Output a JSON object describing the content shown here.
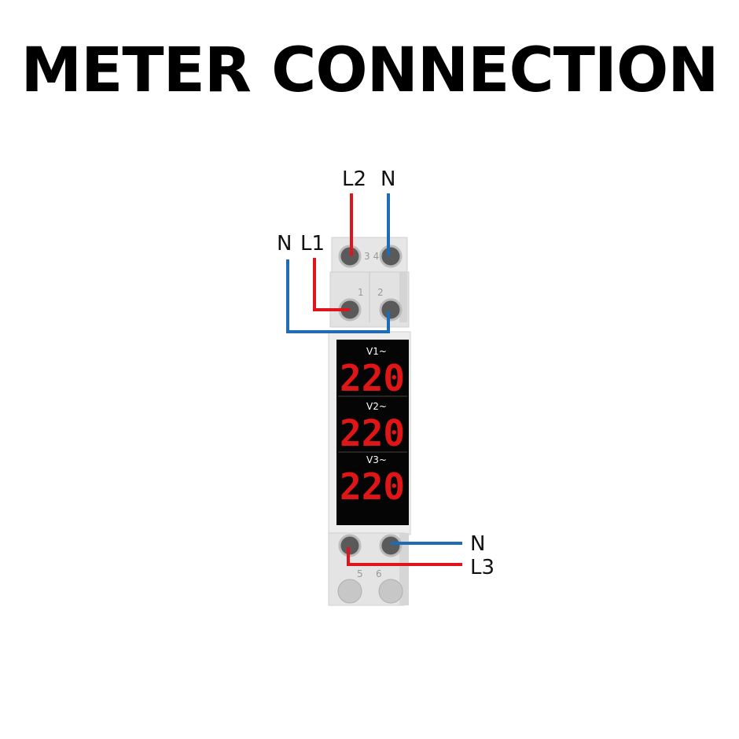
{
  "title": "METER CONNECTION",
  "colors": {
    "live_wire": "#e0141c",
    "neutral_wire": "#1f6cb5",
    "housing": "#e9e9e9",
    "display_bg": "#050505",
    "digit": "#e01616"
  },
  "top_wires": {
    "upper_left_label": "L2",
    "upper_right_label": "N",
    "lower_left_label": "N",
    "lower_right_label": "L1"
  },
  "terminals": {
    "top_upper": "3 4",
    "top_lower_left": "1",
    "top_lower_right": "2",
    "bottom_left": "5",
    "bottom_right": "6"
  },
  "display": {
    "channels": [
      {
        "label": "V1~",
        "reading": "220"
      },
      {
        "label": "V2~",
        "reading": "220"
      },
      {
        "label": "V3~",
        "reading": "220"
      }
    ]
  },
  "bottom_wires": {
    "upper_label": "N",
    "lower_label": "L3"
  }
}
